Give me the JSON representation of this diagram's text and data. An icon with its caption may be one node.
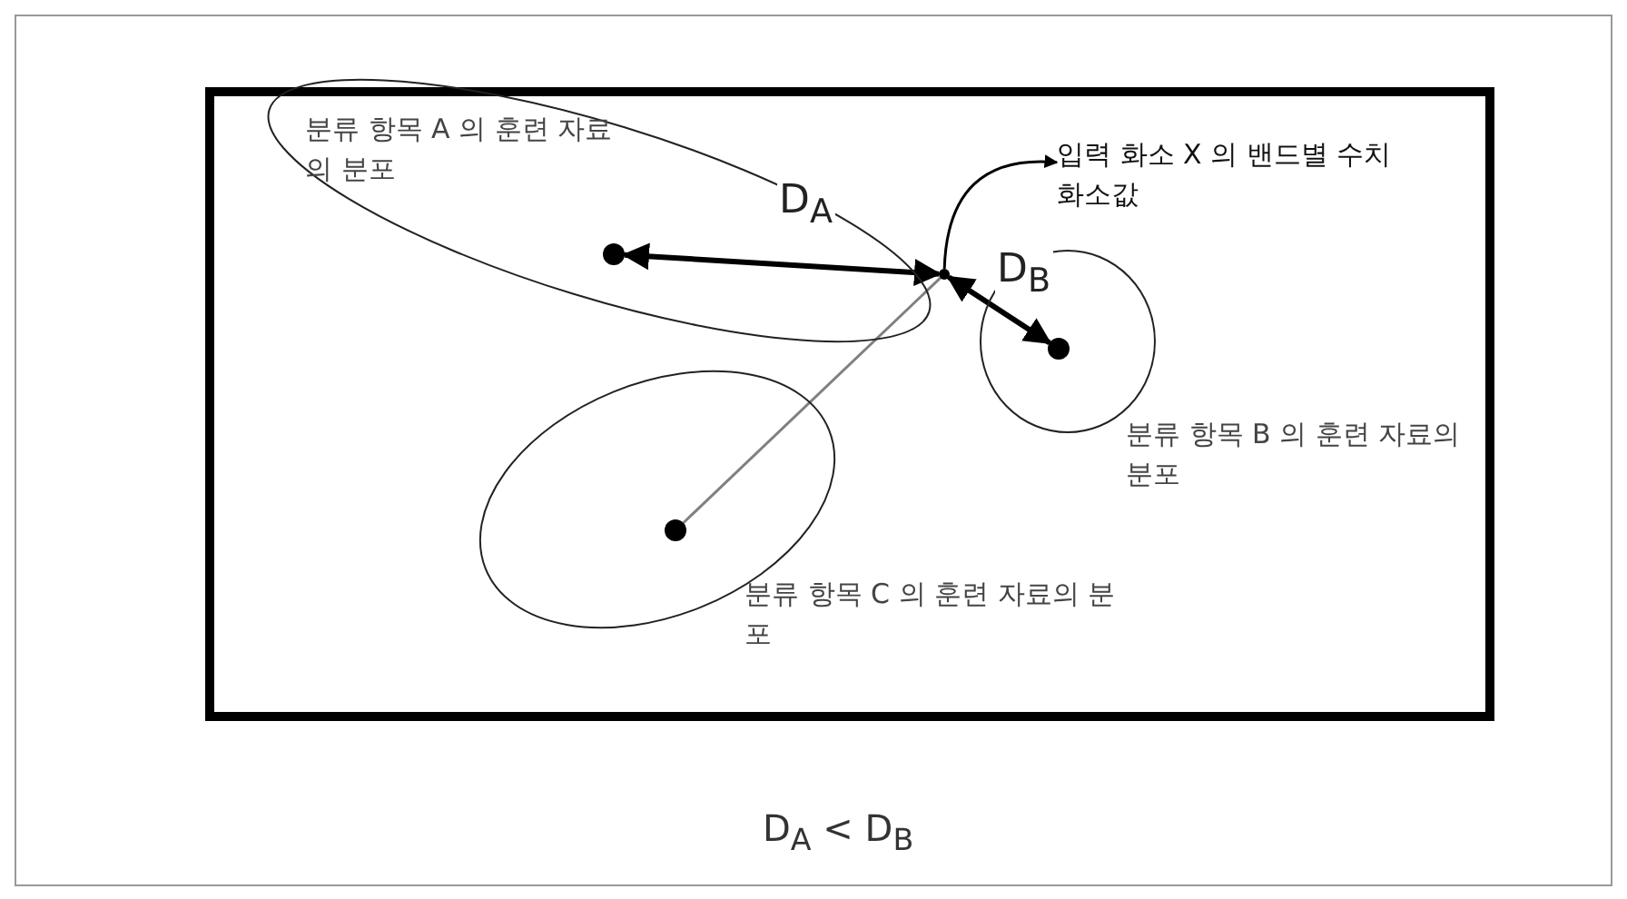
{
  "diagram": {
    "nodes": [
      {
        "text": [
          "분류 항목 A 의 훈련 자료의 분포"
        ]
      },
      {
        "text": [],
        "shape": "circle",
        "in": 0
      },
      {
        "text": [
          "분류 항목 B 의 훈련 자료의 분포"
        ]
      },
      {
        "text": [],
        "shape": "circle",
        "in": 2
      },
      {
        "text": [
          "분류 항목 C 의 훈련 자료의 분포"
        ]
      },
      {
        "text": [],
        "shape": "circle",
        "in": 4
      },
      {
        "text": [],
        "shape": "circle"
      },
      {
        "text": [
          "입력 화소 X 의 밴드별 수치 화소값"
        ]
      }
    ],
    "edges": [
      {
        "from": 1,
        "to": 6,
        "arrow": "both",
        "label": "D$_{A}$",
        "style": "thick"
      },
      {
        "from": 6,
        "to": 3,
        "arrow": "both",
        "label": "D$_{B}$",
        "style": "thick"
      },
      {
        "from": 5,
        "to": 6,
        "arrow": "none",
        "color": "#808080"
      },
      {
        "from": 6,
        "to": 7,
        "arrow": "to"
      }
    ],
    "labels": [
      "D$_{A}$ < D$_{B}$"
    ]
  }
}
